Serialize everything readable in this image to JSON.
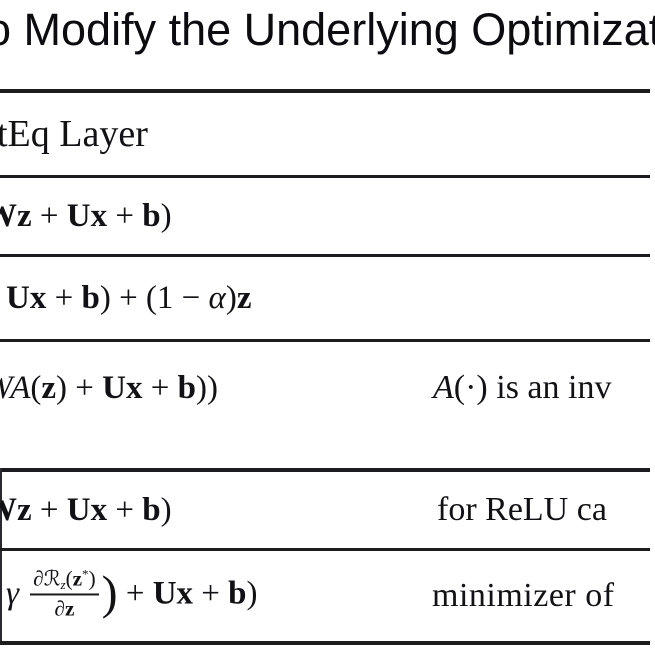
{
  "title": {
    "text": "o Modify the Underlying Optimizati"
  },
  "colors": {
    "text": "#121216",
    "rule": "#1c1c1f",
    "background": "#ffffff"
  },
  "table": {
    "header": {
      "label": "tEq Layer"
    },
    "rows": [
      {
        "equation": [
          {
            "t": "Wz",
            "s": "bv"
          },
          {
            "t": " + ",
            "s": "rm"
          },
          {
            "t": "Ux",
            "s": "bv"
          },
          {
            "t": " + ",
            "s": "rm"
          },
          {
            "t": "b",
            "s": "bv"
          },
          {
            "t": ")",
            "s": "rm"
          }
        ],
        "comment": []
      },
      {
        "equation": [
          {
            "t": "Ux",
            "s": "bv"
          },
          {
            "t": " + ",
            "s": "rm"
          },
          {
            "t": "b",
            "s": "bv"
          },
          {
            "t": ") + (1 − ",
            "s": "rm"
          },
          {
            "t": "α",
            "s": "it"
          },
          {
            "t": ")",
            "s": "rm"
          },
          {
            "t": "z",
            "s": "bv"
          }
        ],
        "comment": []
      },
      {
        "equation": [
          {
            "t": "W",
            "s": "cal"
          },
          {
            "t": "A",
            "s": "cal"
          },
          {
            "t": "(",
            "s": "rm"
          },
          {
            "t": "z",
            "s": "bv"
          },
          {
            "t": ") + ",
            "s": "rm"
          },
          {
            "t": "Ux",
            "s": "bv"
          },
          {
            "t": " + ",
            "s": "rm"
          },
          {
            "t": "b",
            "s": "bv"
          },
          {
            "t": "))",
            "s": "rm"
          }
        ],
        "comment": [
          {
            "t": "A",
            "s": "cal"
          },
          {
            "t": "(·) is an inv",
            "s": "rm"
          }
        ]
      },
      {
        "equation": [
          {
            "t": "Wz",
            "s": "bv"
          },
          {
            "t": " + ",
            "s": "rm"
          },
          {
            "t": "Ux",
            "s": "bv"
          },
          {
            "t": " + ",
            "s": "rm"
          },
          {
            "t": "b",
            "s": "bv"
          },
          {
            "t": ")",
            "s": "rm"
          }
        ],
        "comment": [
          {
            "t": "for ReLU ca",
            "s": "rm"
          }
        ]
      },
      {
        "equation": [
          {
            "t": "γ",
            "s": "it"
          },
          {
            "t": " ",
            "s": "rm"
          },
          {
            "frac": {
              "num": [
                {
                  "t": "∂",
                  "s": "it"
                },
                {
                  "t": "ℛ",
                  "s": "scr"
                },
                {
                  "t": "z",
                  "s": "subit"
                },
                {
                  "t": "(",
                  "s": "rm"
                },
                {
                  "t": "z",
                  "s": "bv"
                },
                {
                  "t": "*",
                  "s": "sup"
                },
                {
                  "t": ")",
                  "s": "rm"
                }
              ],
              "den": [
                {
                  "t": "∂",
                  "s": "it"
                },
                {
                  "t": "z",
                  "s": "bv"
                }
              ]
            }
          },
          {
            "t": ")",
            "s": "big"
          },
          {
            "t": " + ",
            "s": "rm"
          },
          {
            "t": "Ux",
            "s": "bv"
          },
          {
            "t": " + ",
            "s": "rm"
          },
          {
            "t": "b",
            "s": "bv"
          },
          {
            "t": ")",
            "s": "rm"
          }
        ],
        "comment": [
          {
            "t": "minimizer of",
            "s": "rm"
          }
        ]
      }
    ]
  }
}
